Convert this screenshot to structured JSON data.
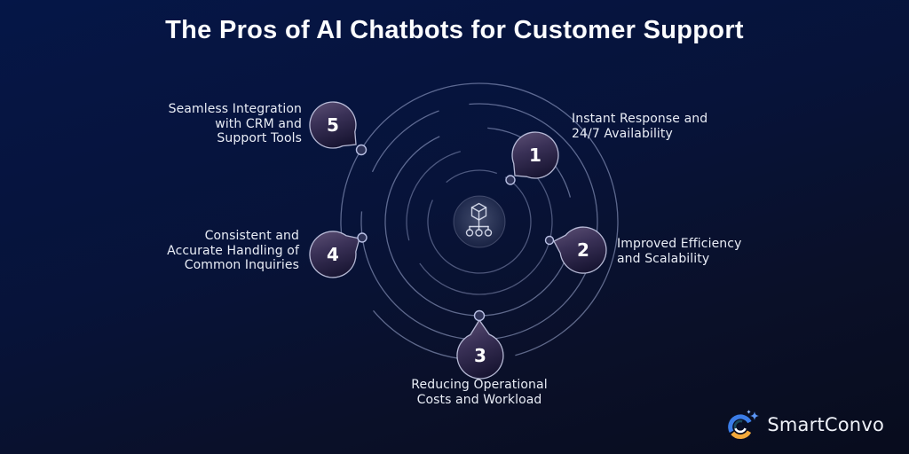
{
  "title": "The Pros of AI Chatbots for Customer Support",
  "steps": [
    {
      "number": "1",
      "label": "Instant Response and\n24/7 Availability"
    },
    {
      "number": "2",
      "label": "Improved Efficiency\nand Scalability"
    },
    {
      "number": "3",
      "label": "Reducing Operational\nCosts and Workload"
    },
    {
      "number": "4",
      "label": "Consistent and\nAccurate Handling of\nCommon Inquiries"
    },
    {
      "number": "5",
      "label": "Seamless Integration\nwith CRM and\nSupport Tools"
    }
  ],
  "center": {
    "icon": "cube-network-icon"
  },
  "brand": {
    "name": "SmartConvo",
    "icon": "swirl-logo-icon"
  },
  "colors": {
    "background_top": "#051647",
    "background_bottom": "#080c1d",
    "ring": "#adb8e1",
    "bubble_top": "#584c71",
    "bubble_bottom": "#171431",
    "text": "#e9edf6",
    "logo_blue": "#3b7de8",
    "logo_orange": "#f2a93b",
    "sparkle_blue": "#5b96f5"
  }
}
